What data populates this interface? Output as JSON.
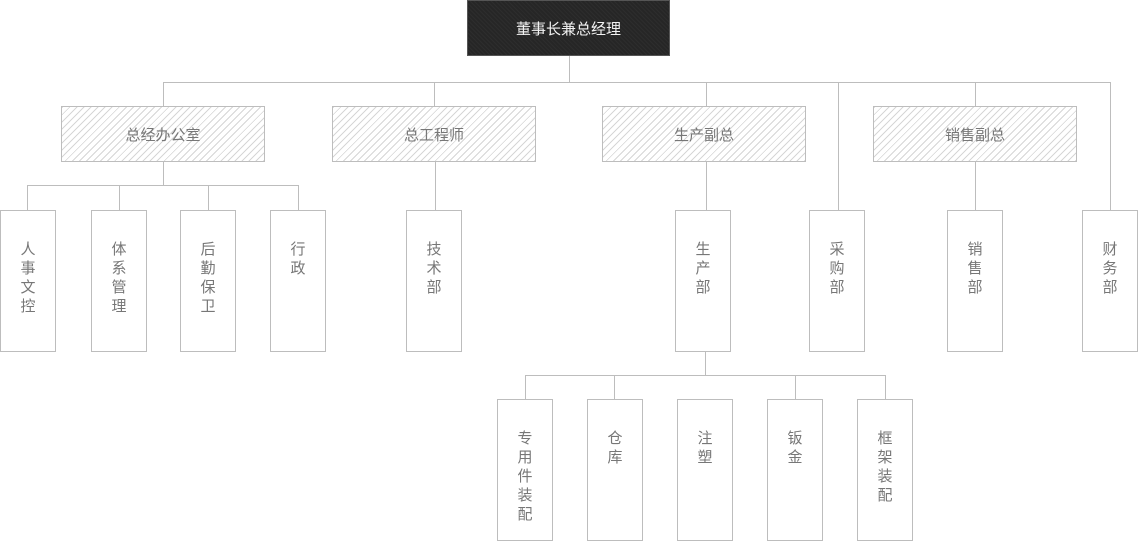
{
  "root": {
    "label": "董事长兼总经理"
  },
  "level2": [
    {
      "label": "总经办公室"
    },
    {
      "label": "总工程师"
    },
    {
      "label": "生产副总"
    },
    {
      "label": "销售副总"
    }
  ],
  "departments": {
    "gm_office": [
      "人事文控",
      "体系管理",
      "后勤保卫",
      "行政"
    ],
    "chief_engineer": [
      "技术部"
    ],
    "production_vp": [
      "生产部"
    ],
    "purchasing": "采购部",
    "sales_vp": [
      "销售部"
    ],
    "finance": "财务部"
  },
  "production_units": [
    "专用件装配",
    "仓库",
    "注塑",
    "钣金",
    "框架装配"
  ],
  "colors": {
    "root_bg": "#262626",
    "line": "#bdbdbd",
    "text": "#777777"
  }
}
